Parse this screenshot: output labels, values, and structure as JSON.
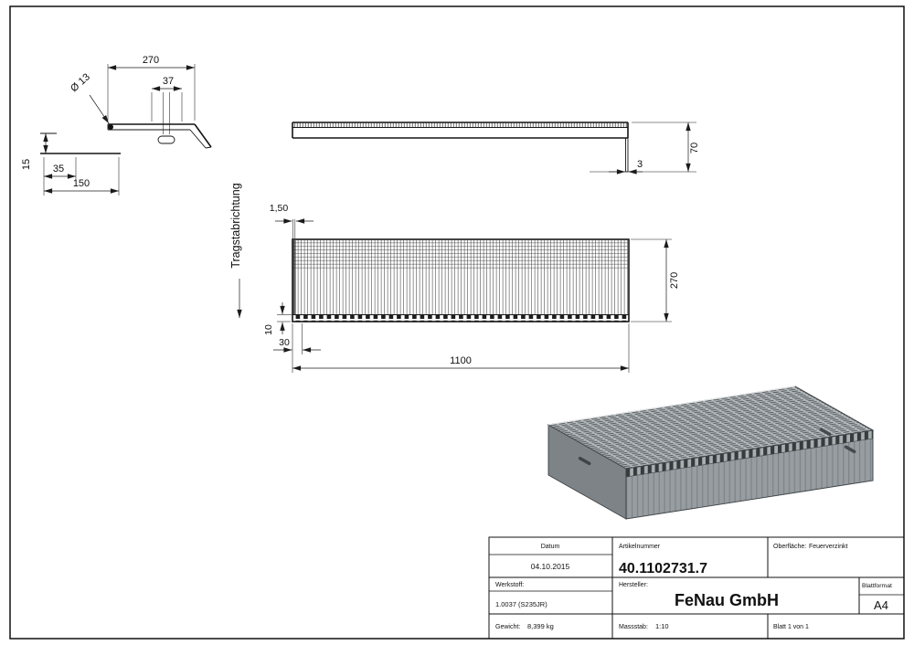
{
  "colors": {
    "line": "#1b1b1b",
    "steel_top": "#b7bcbf",
    "steel_front": "#979da1",
    "steel_side": "#7d8387"
  },
  "detail_view": {
    "dim_overall_width": "270",
    "dim_slot_offset": "37",
    "dim_hole_diameter": "Ø 13",
    "dim_edge_height": "15",
    "dim_hole_inset": "35",
    "dim_hole_pitch": "150"
  },
  "side_view": {
    "dim_plate_thickness": "3",
    "dim_step_height": "70"
  },
  "plan_view": {
    "dim_bearing_bar_thickness": "1,50",
    "bearing_bar_direction_label": "Tragstabrichtung",
    "dim_depth": "270",
    "dim_cross_pitch": "10",
    "dim_bearing_pitch": "30",
    "dim_length": "1100"
  },
  "title_block": {
    "date_label": "Datum",
    "date_value": "04.10.2015",
    "article_label": "Artikelnummer",
    "article_value": "40.1102731.7",
    "surface_label": "Oberfläche:",
    "surface_value": "Feuerverzinkt",
    "material_label": "Werkstoff:",
    "material_value": "1.0037 (S235JR)",
    "manufacturer_label": "Hersteller:",
    "manufacturer_value": "FeNau GmbH",
    "sheet_format_label": "Blattformat",
    "sheet_format_value": "A4",
    "weight_label": "Gewicht:",
    "weight_value": "8,399 kg",
    "scale_label": "Massstab:",
    "scale_value": "1:10",
    "sheet_label": "Blatt 1 von 1"
  }
}
